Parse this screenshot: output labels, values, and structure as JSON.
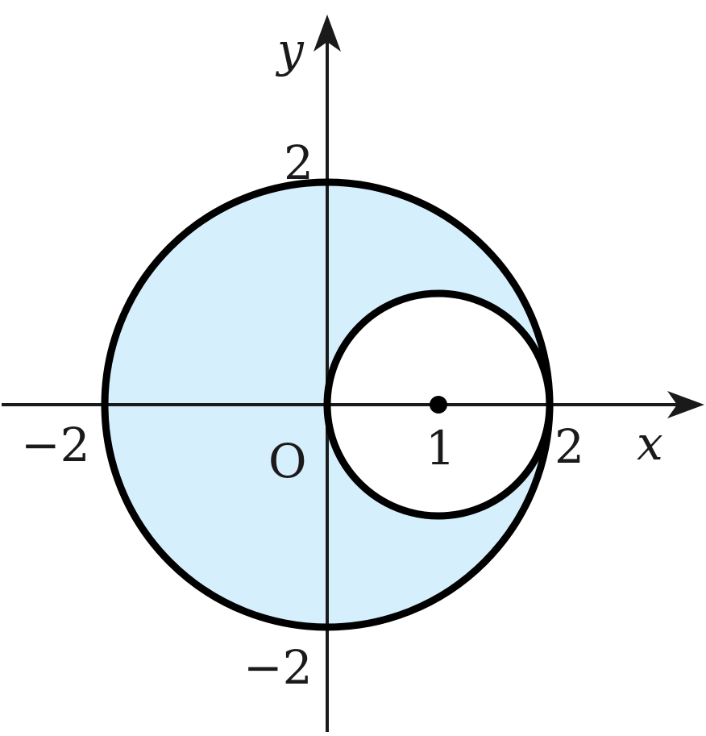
{
  "axes": {
    "x_label": "x",
    "y_label": "y",
    "origin_label": "O"
  },
  "ticks": {
    "x_neg2": "−2",
    "x_1": "1",
    "x_2": "2",
    "y_2": "2",
    "y_neg2": "−2"
  },
  "colors": {
    "region_fill": "#d6effc",
    "stroke": "#000000",
    "axis": "#1a1a1a"
  },
  "geometry": {
    "outer_circle": {
      "center": [
        0,
        0
      ],
      "radius": 2
    },
    "inner_circle": {
      "center": [
        1,
        0
      ],
      "radius": 1
    },
    "marked_point": [
      1,
      0
    ],
    "shaded_region": "inside outer circle, outside inner circle"
  }
}
